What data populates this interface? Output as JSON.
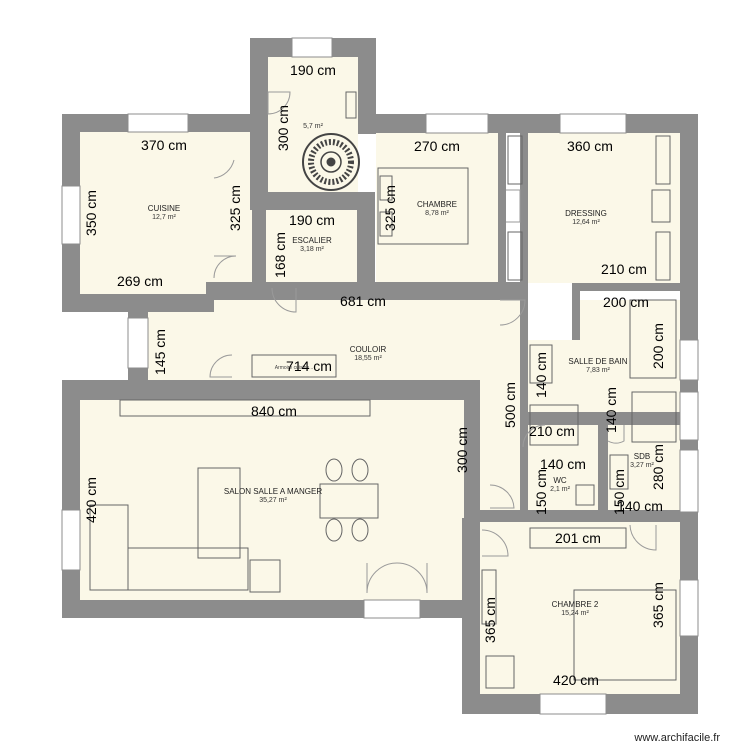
{
  "rooms": {
    "small_room": {
      "area": "5,7 m²"
    },
    "cuisine": {
      "name": "CUISINE",
      "area": "12,7 m²"
    },
    "chambre": {
      "name": "CHAMBRE",
      "area": "8,78 m²"
    },
    "dressing": {
      "name": "DRESSING",
      "area": "12,64 m²"
    },
    "escalier": {
      "name": "ESCALIER",
      "area": "3,18 m²"
    },
    "couloir": {
      "name": "COULOIR",
      "area": "18,55 m²"
    },
    "salle_de_bain": {
      "name": "SALLE DE BAIN",
      "area": "7,83 m²"
    },
    "sdb": {
      "name": "SDB",
      "area": "3,27 m²"
    },
    "wc": {
      "name": "WC",
      "area": "2,1 m²"
    },
    "salon": {
      "name": "SALON SALLE A MANGER",
      "area": "35,27 m²"
    },
    "chambre2": {
      "name": "CHAMBRE 2",
      "area": "15,24 m²"
    }
  },
  "dimensions": {
    "d190_top": "190 cm",
    "d300_small": "300 cm",
    "d370": "370 cm",
    "d350": "350 cm",
    "d325_cuisine": "325 cm",
    "d269": "269 cm",
    "d190_esc": "190 cm",
    "d168": "168 cm",
    "d270": "270 cm",
    "d325_chambre": "325 cm",
    "d360": "360 cm",
    "d210_dressing": "210 cm",
    "d681": "681 cm",
    "d200_h": "200 cm",
    "d200_v": "200 cm",
    "d145": "145 cm",
    "d714": "714 cm",
    "d840": "840 cm",
    "d500": "500 cm",
    "d140_a": "140 cm",
    "d140_b": "140 cm",
    "d210_sdb": "210 cm",
    "d140_wc": "140 cm",
    "d150_a": "150 cm",
    "d150_b": "150 cm",
    "d140_sdb": "140 cm",
    "d280": "280 cm",
    "d300_salon": "300 cm",
    "d420_salon": "420 cm",
    "d201": "201 cm",
    "d365_a": "365 cm",
    "d365_b": "365 cm",
    "d420_ch2": "420 cm"
  },
  "furniture": {
    "armoire": "Armoire cuisine..."
  },
  "colors": {
    "wall": "#8c8c8c",
    "floor": "#fbf8e8",
    "window": "#ffffff",
    "door": "#9a9a9a",
    "furniture": "#666666"
  },
  "credit": "www.archifacile.fr"
}
